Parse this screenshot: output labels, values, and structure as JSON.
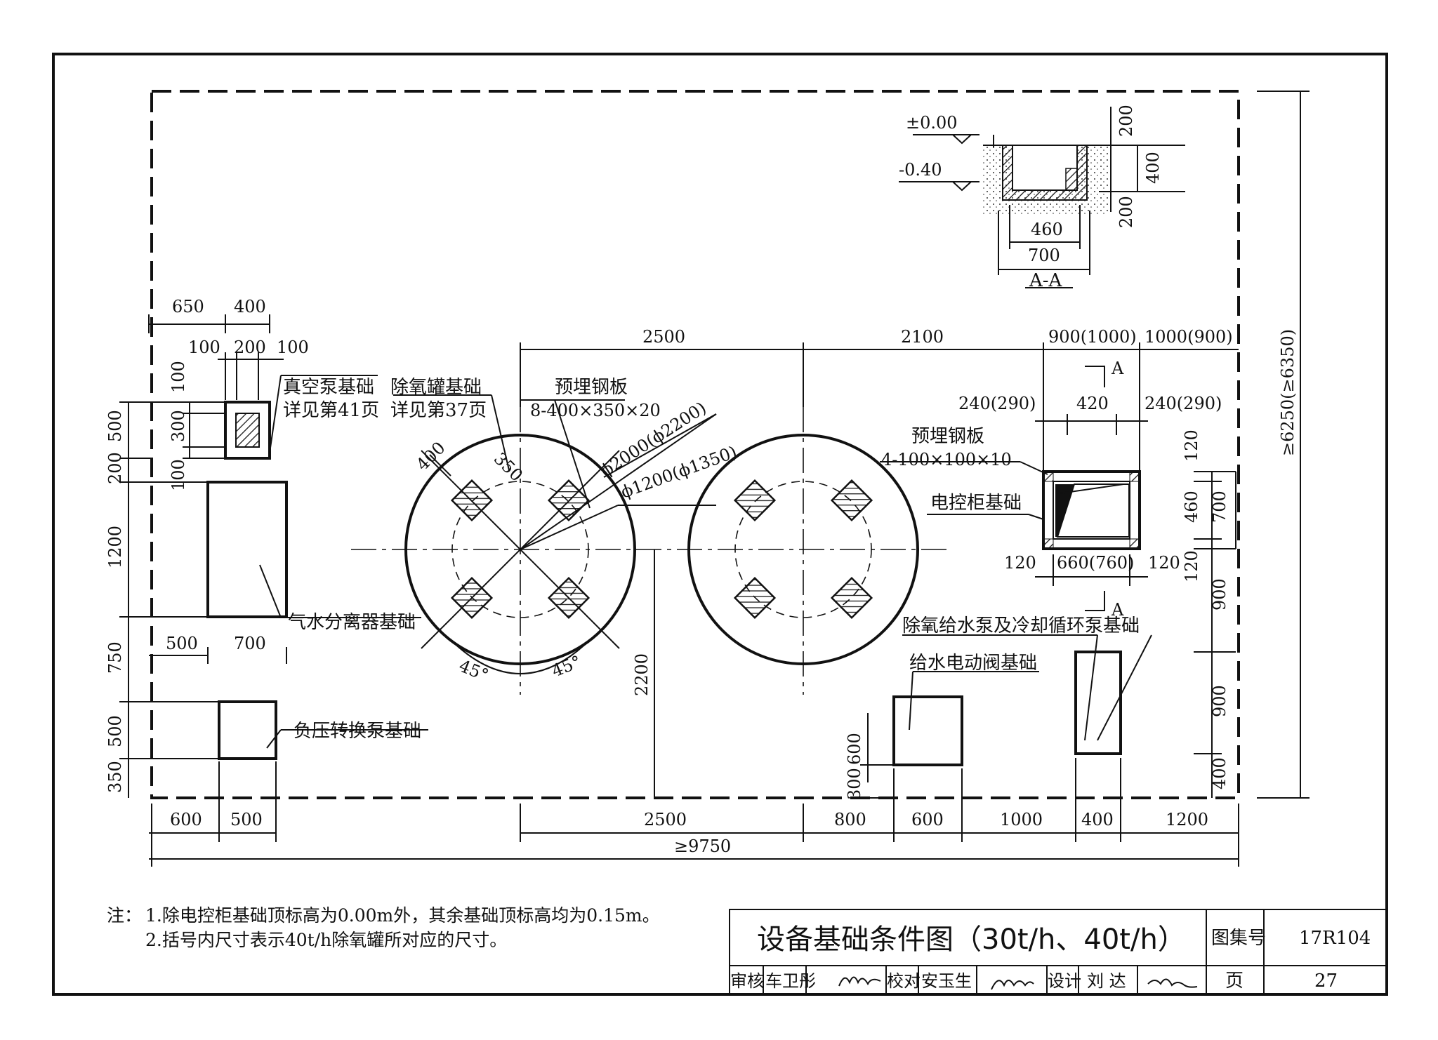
{
  "title": "设备基础条件图（30t/h、40t/h）",
  "atlas_no_label": "图集号",
  "atlas_no": "17R104",
  "page_label": "页",
  "page_no": "27",
  "reviewer_label": "审核",
  "reviewer": "车卫彤",
  "checker_label": "校对",
  "checker": "安玉生",
  "designer_label": "设计",
  "designer": "刘 达",
  "notes": {
    "prefix": "注：",
    "line1": "1.除电控柜基础顶标高为0.00m外，其余基础顶标高均为0.15m。",
    "line2": "2.括号内尺寸表示40t/h除氧罐所对应的尺寸。"
  },
  "labels": {
    "vacuum_pump_1": "真空泵基础",
    "vacuum_pump_2": "详见第41页",
    "deaerator_1": "除氧罐基础",
    "deaerator_2": "详见第37页",
    "embedded_plate_1": "预埋钢板",
    "embedded_plate_1_spec": "8-400×350×20",
    "dia_outer": "ϕ2000(ϕ2200)",
    "dia_inner": "ϕ1200(ϕ1350)",
    "embedded_plate_2": "预埋钢板",
    "embedded_plate_2_spec": "4-100×100×10",
    "control_cabinet": "电控柜基础",
    "separator": "气水分离器基础",
    "neg_pressure_pump": "负压转换泵基础",
    "pumps": "除氧给水泵及冷却循环泵基础",
    "valve": "给水电动阀基础",
    "section": "A-A",
    "section_mark": "A",
    "elev_0": "±0.00",
    "elev_1": "-0.40",
    "angle": "45°"
  },
  "dims": {
    "d650": "650",
    "d400": "400",
    "d100": "100",
    "d200": "200",
    "d300": "300",
    "d500": "500",
    "d1200": "1200",
    "d750": "750",
    "d350": "350",
    "d700": "700",
    "d600": "600",
    "d2500": "2500",
    "d2100": "2100",
    "d900_1000": "900(1000)",
    "d1000_900": "1000(900)",
    "d240_290": "240(290)",
    "d420": "420",
    "d120": "120",
    "d460": "460",
    "d660_760": "660(760)",
    "d900": "900",
    "d2200": "2200",
    "d800": "800",
    "d1000": "1000",
    "d9750": "≥9750",
    "d6250": "≥6250(≥6350)"
  }
}
